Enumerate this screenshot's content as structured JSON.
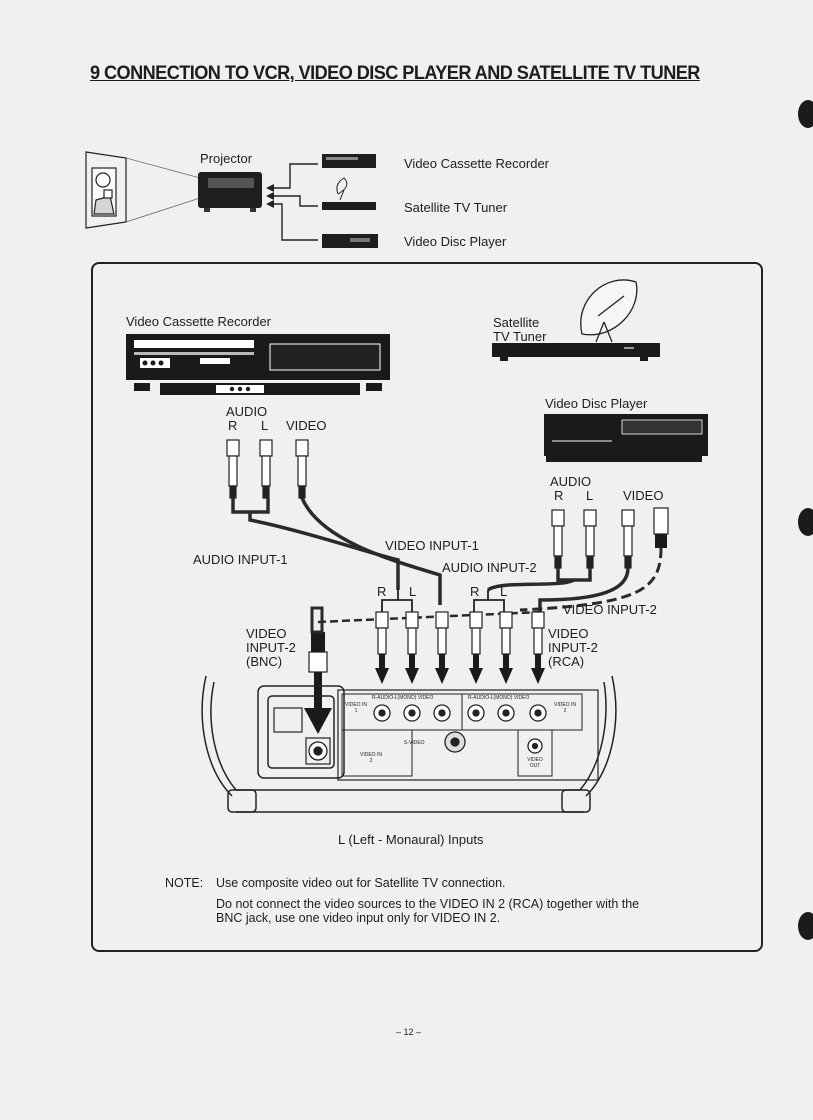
{
  "heading": "9 CONNECTION TO VCR, VIDEO DISC PLAYER AND SATELLITE TV TUNER",
  "overview": {
    "projector": "Projector",
    "vcr": "Video Cassette Recorder",
    "satellite": "Satellite TV Tuner",
    "disc": "Video Disc Player"
  },
  "detail": {
    "vcr": "Video Cassette Recorder",
    "satellite_line1": "Satellite",
    "satellite_line2": "TV Tuner",
    "disc": "Video Disc Player",
    "vcr_audio": "AUDIO",
    "vcr_r": "R",
    "vcr_l": "L",
    "vcr_video": "VIDEO",
    "vdp_audio": "AUDIO",
    "vdp_r": "R",
    "vdp_l": "L",
    "vdp_video": "VIDEO",
    "audio_input_1": "AUDIO INPUT-1",
    "video_input_1": "VIDEO INPUT-1",
    "audio_input_2": "AUDIO INPUT-2",
    "video_input_2": "VIDEO INPUT-2",
    "bracket1_r": "R",
    "bracket1_l": "L",
    "bracket2_r": "R",
    "bracket2_l": "L",
    "bnc_1": "VIDEO",
    "bnc_2": "INPUT-2",
    "bnc_3": "(BNC)",
    "rca_1": "VIDEO",
    "rca_2": "INPUT-2",
    "rca_3": "(RCA)",
    "caption": "L (Left - Monaural) Inputs"
  },
  "panel": {
    "video_in1": "VIDEO IN 1",
    "group1": "R-AUDIO-L(MONO) VIDEO",
    "group2": "R-AUDIO-L(MONO) VIDEO",
    "video_in2": "VIDEO IN 2",
    "svideo": "S-VIDEO",
    "video_in2_bnc": "VIDEO IN 2",
    "video_out": "VIDEO OUT"
  },
  "note": {
    "label": "NOTE:",
    "line1": "Use composite video out for Satellite TV connection.",
    "line2": "Do not connect the video sources to the VIDEO IN 2 (RCA) together with the",
    "line3": "BNC jack, use one video input only for VIDEO IN 2."
  },
  "page_number": "– 12 –"
}
